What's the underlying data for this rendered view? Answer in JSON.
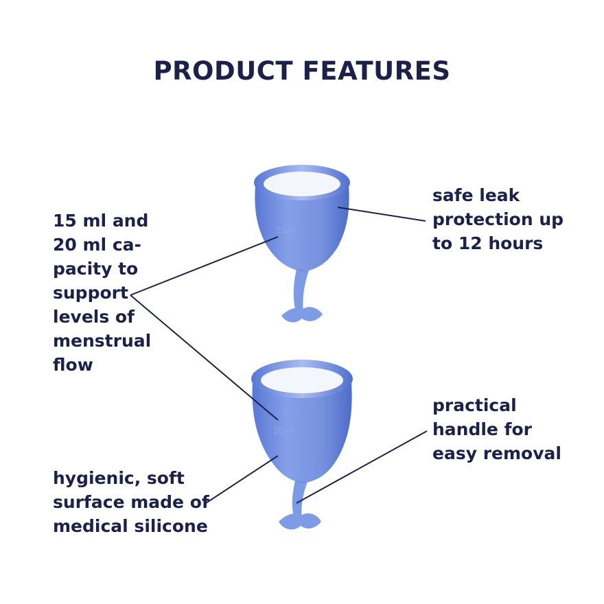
{
  "header": {
    "title": "PRODUCT FEATURES"
  },
  "features": {
    "capacity": {
      "lines": [
        "15 ml and",
        "20 ml ca-",
        "pacity to",
        "support",
        "levels of",
        "menstrual",
        "flow"
      ]
    },
    "leak": {
      "lines": [
        "safe leak",
        "protection up",
        "to 12 hours"
      ]
    },
    "handle": {
      "lines": [
        "practical",
        "handle for",
        "easy removal"
      ]
    },
    "surface": {
      "lines": [
        "hygienic, soft",
        "surface made of",
        "medical silicone"
      ]
    }
  },
  "product": {
    "cup_small_marking": "15ml",
    "cup_large_marking": "20ml"
  },
  "colors": {
    "text": "#1b2148",
    "cup": "#6d8ee0",
    "cup_dark": "#4b6fd1",
    "line": "#1b2148"
  }
}
